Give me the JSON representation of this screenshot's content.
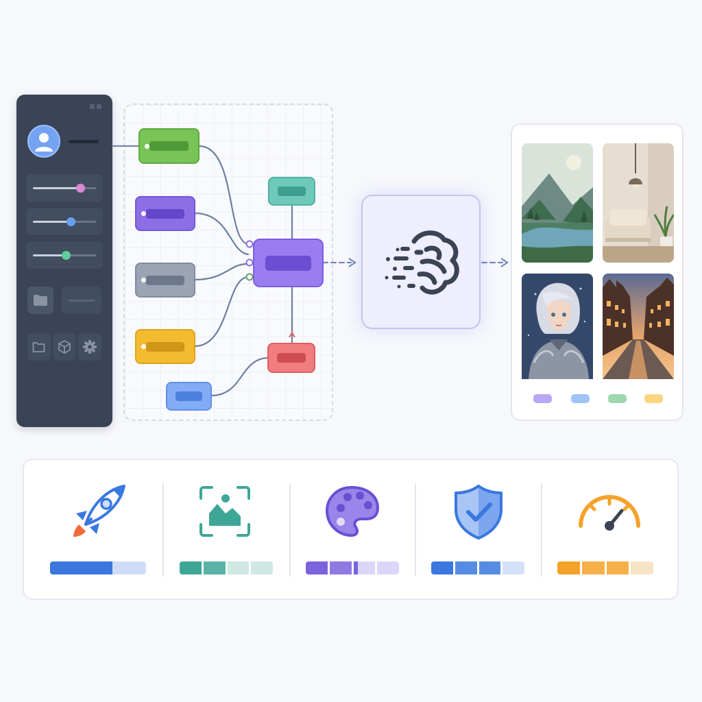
{
  "colors": {
    "sidebar_bg": "#3a4456",
    "accent_purple": "#7a63dd",
    "accent_blue": "#3a78e0",
    "accent_teal": "#3ea696",
    "accent_green": "#74c254",
    "accent_yellow": "#f2ba2c",
    "accent_red": "#ee6a6e",
    "accent_orange": "#f4a22a"
  },
  "sidebar": {
    "sliders": [
      {
        "name": "slider-1",
        "level": 0.75,
        "color": "#d98ad2"
      },
      {
        "name": "slider-2",
        "level": 0.6,
        "color": "#6aa0f0"
      },
      {
        "name": "slider-3",
        "level": 0.52,
        "color": "#5fcf9a"
      }
    ],
    "icons": [
      "user-icon",
      "folder-icon",
      "cube-icon",
      "gear-icon"
    ]
  },
  "node_editor": {
    "nodes": [
      "green-input-node",
      "purple-input-node",
      "gray-input-node",
      "yellow-input-node",
      "blue-input-node",
      "teal-node",
      "central-node",
      "red-node"
    ]
  },
  "ai_engine": {
    "icon": "brain-icon"
  },
  "gallery": {
    "images": [
      "mountain-lake-landscape",
      "living-room-interior",
      "silver-haired-warrior-portrait",
      "canal-street-at-dusk"
    ],
    "swatches": [
      "#b9a8f3",
      "#9fc4f7",
      "#9fd7b1",
      "#f9d57f"
    ]
  },
  "features": [
    {
      "icon": "rocket-icon",
      "level": 0.65,
      "color": "#3a78e0",
      "light": "#cfdcf7",
      "segmented": false
    },
    {
      "icon": "image-scan-icon",
      "level": 0.5,
      "color": "#3ea696",
      "light": "#cfe8e3",
      "segmented": true
    },
    {
      "icon": "palette-icon",
      "level": 0.55,
      "color": "#7a63dd",
      "light": "#dcd6f7",
      "segmented": true
    },
    {
      "icon": "shield-check-icon",
      "level": 0.75,
      "color": "#3a78e0",
      "light": "#d3e0f8",
      "segmented": true
    },
    {
      "icon": "speedometer-icon",
      "level": 0.75,
      "color": "#f4a22a",
      "light": "#f7e3c5",
      "segmented": true
    }
  ]
}
